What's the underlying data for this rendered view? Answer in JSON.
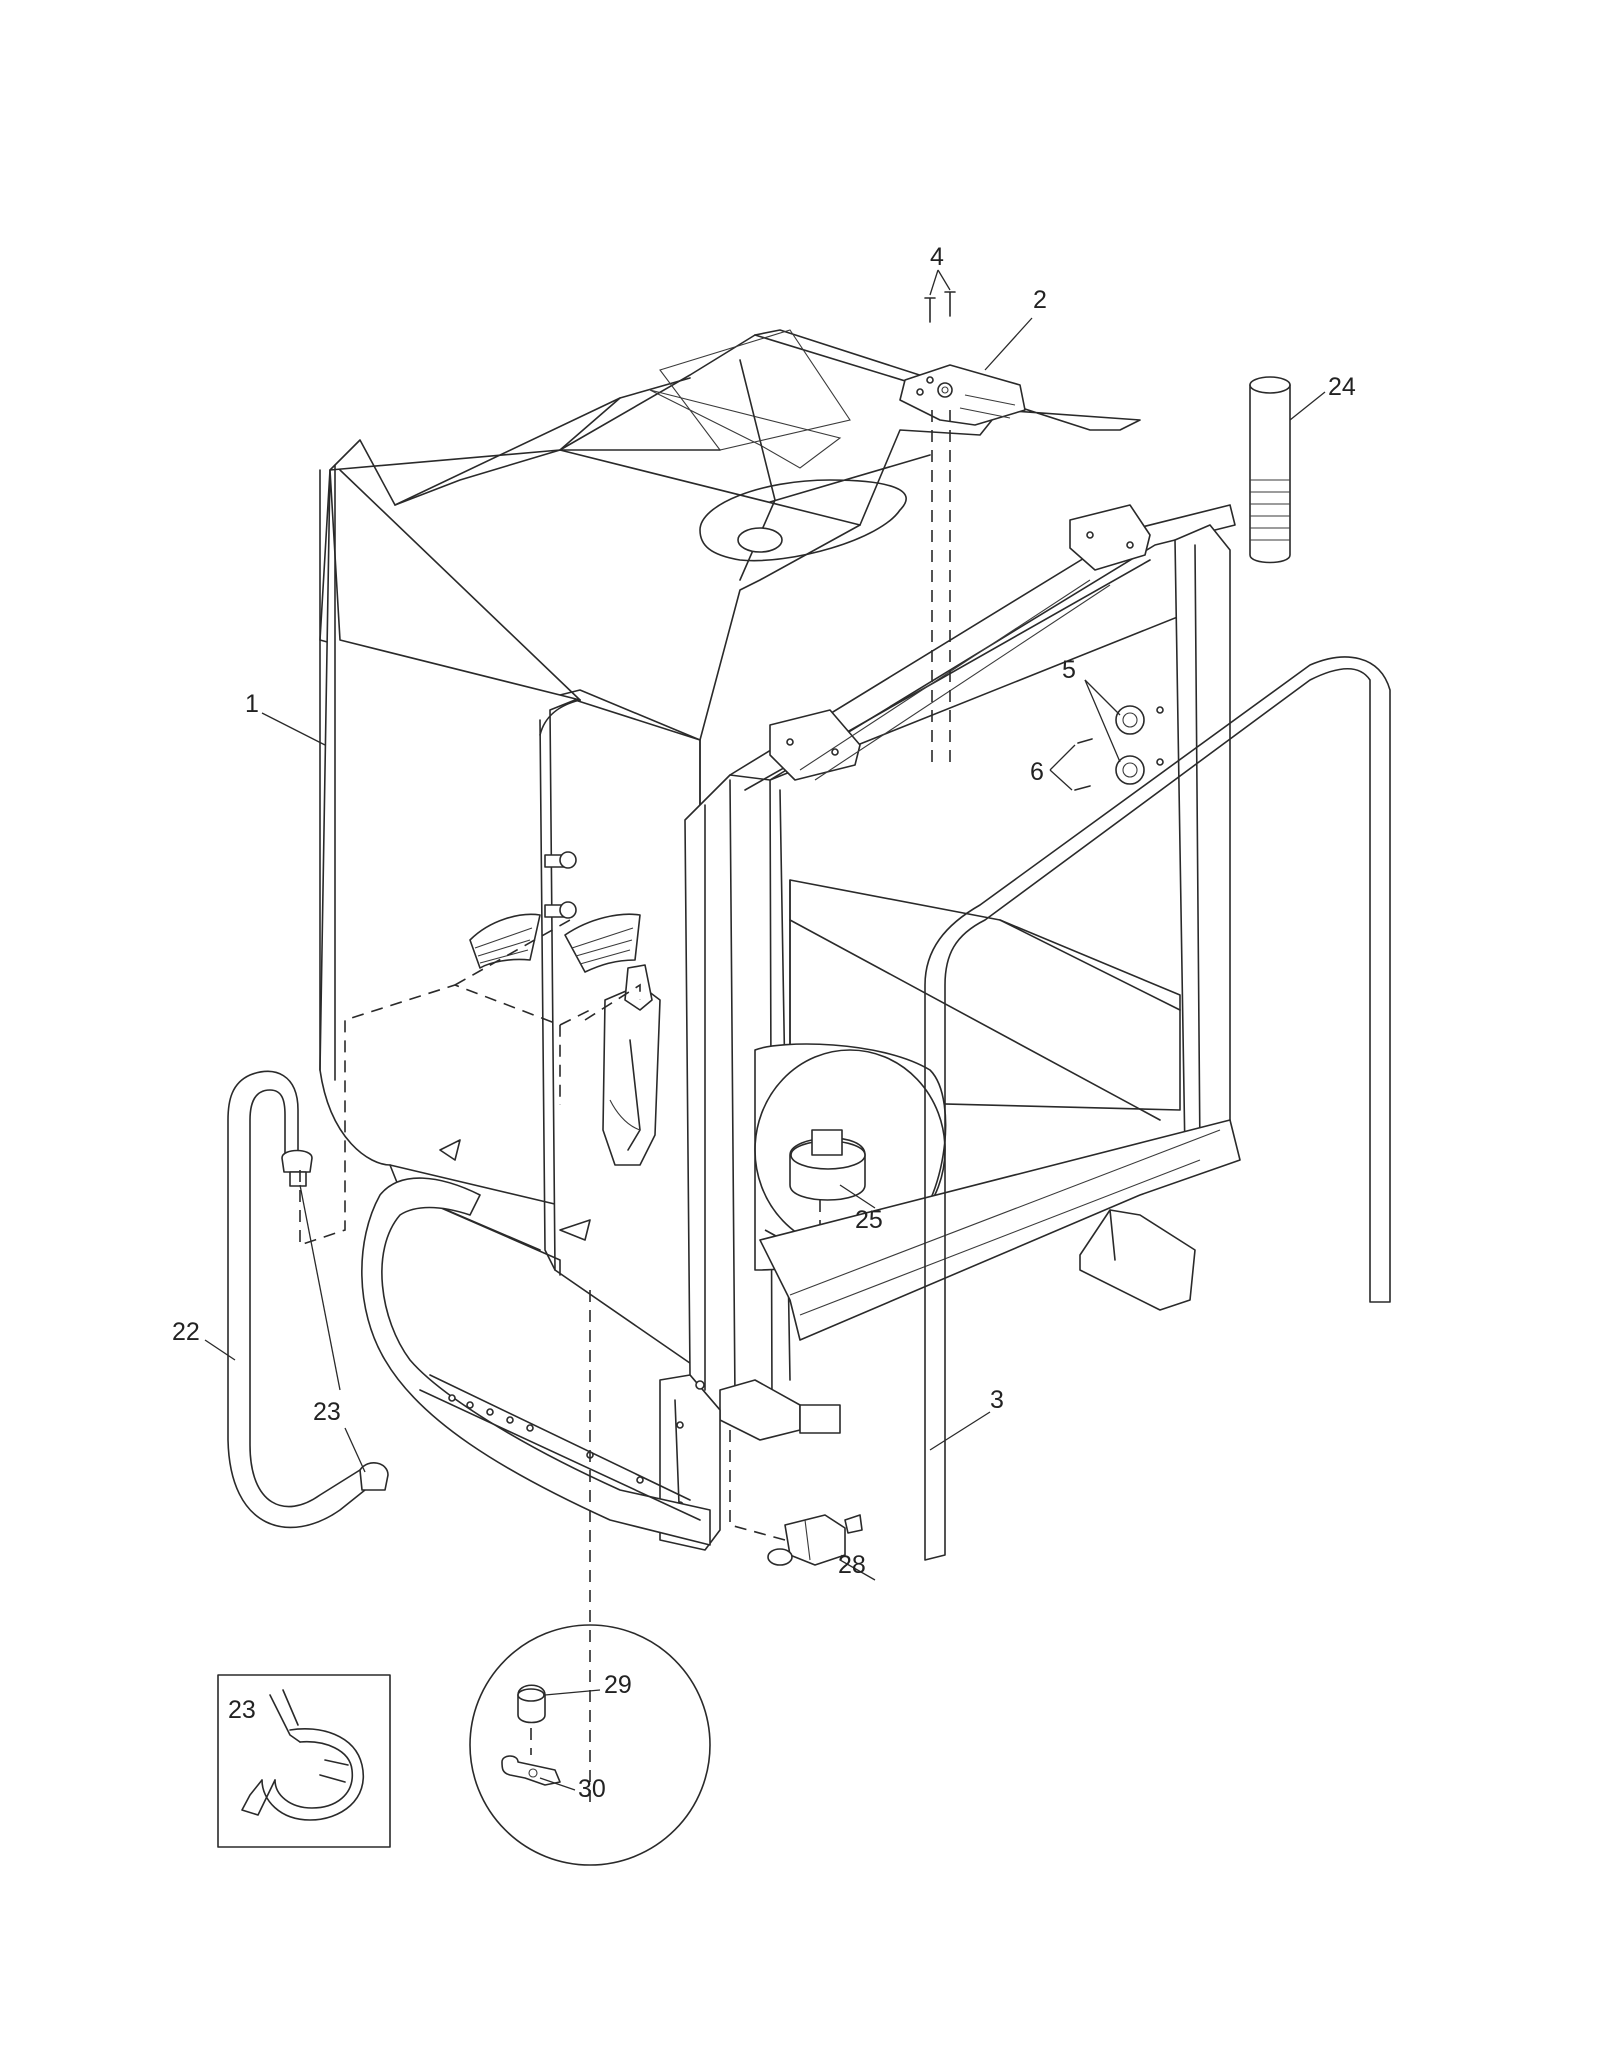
{
  "callouts": {
    "c1": "1",
    "c2": "2",
    "c3": "3",
    "c4": "4",
    "c5": "5",
    "c6": "6",
    "c22": "22",
    "c23a": "23",
    "c23b": "23",
    "c24": "24",
    "c25": "25",
    "c28": "28",
    "c29": "29",
    "c30": "30"
  }
}
